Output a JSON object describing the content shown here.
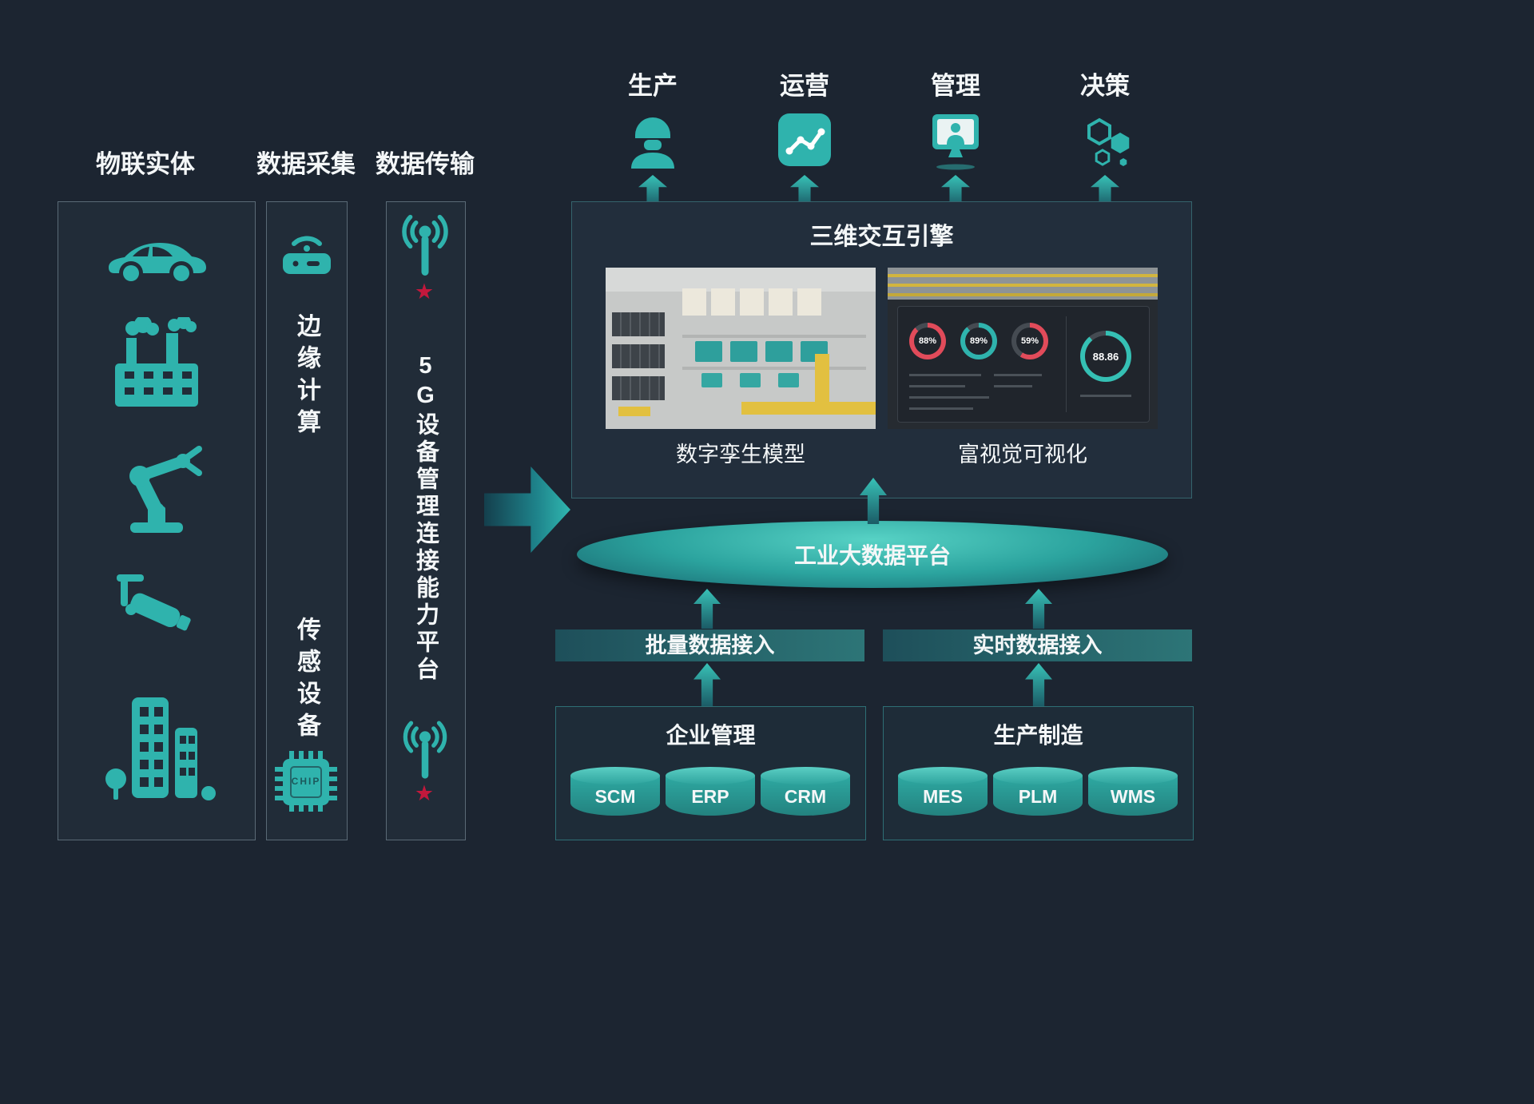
{
  "canvas": {
    "bg": "#1c2531",
    "accent_teal": "#2fb3ad",
    "star_color": "#c2183c"
  },
  "columns": [
    {
      "title": "物联实体",
      "icons": [
        "car-icon",
        "factory-icon",
        "robot-arm-icon",
        "cctv-camera-icon",
        "buildings-icon"
      ]
    },
    {
      "title": "数据采集",
      "edge_label": "边缘计算",
      "sensor_label": "传感设备",
      "chip_label": "CHIP",
      "icons": [
        "router-icon",
        "chip-icon"
      ]
    },
    {
      "title": "数据传输",
      "platform_label": "5G设备管理连接能力平台",
      "icons": [
        "antenna-icon",
        "antenna-icon"
      ]
    }
  ],
  "top_outputs": [
    {
      "label": "生产",
      "icon": "worker-icon"
    },
    {
      "label": "运营",
      "icon": "chart-icon"
    },
    {
      "label": "管理",
      "icon": "manager-icon"
    },
    {
      "label": "决策",
      "icon": "decision-icon"
    }
  ],
  "engine": {
    "title": "三维交互引擎",
    "panels": [
      {
        "caption": "数字孪生模型"
      },
      {
        "caption": "富视觉可视化",
        "gauges": [
          {
            "value": "88%"
          },
          {
            "value": "89%"
          },
          {
            "value": "59%"
          },
          {
            "value": "88.86"
          }
        ]
      }
    ]
  },
  "platform": {
    "label": "工业大数据平台"
  },
  "ingest": [
    {
      "label": "批量数据接入"
    },
    {
      "label": "实时数据接入"
    }
  ],
  "sources": [
    {
      "title": "企业管理",
      "systems": [
        "SCM",
        "ERP",
        "CRM"
      ]
    },
    {
      "title": "生产制造",
      "systems": [
        "MES",
        "PLM",
        "WMS"
      ]
    }
  ]
}
